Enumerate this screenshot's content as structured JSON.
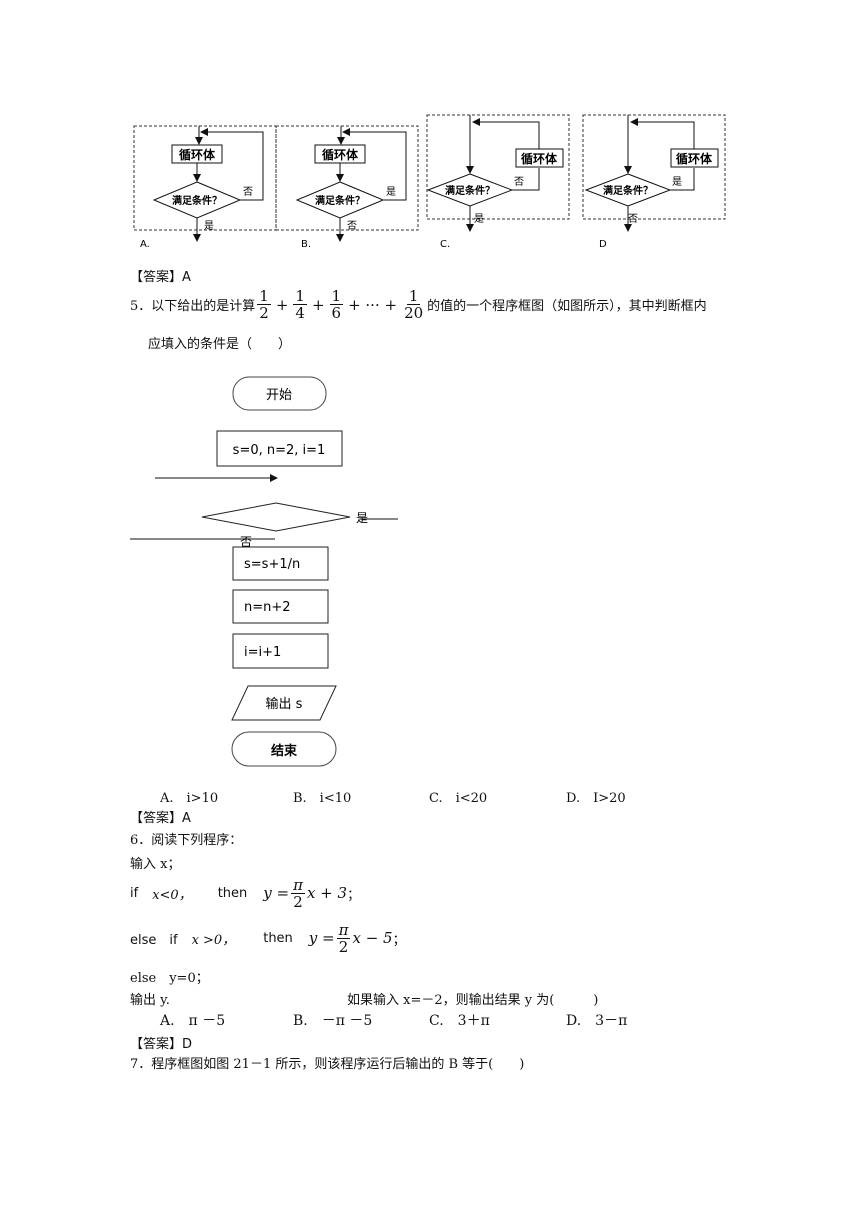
{
  "q4_figures": {
    "loop_body": "循环体",
    "condition": "满足条件？",
    "yes": "是",
    "no": "否",
    "label_a": "A.",
    "label_b": "B.",
    "label_c": "C.",
    "label_d": "D"
  },
  "answer_label": "【答案】",
  "q4_answer": "A",
  "q5": {
    "prefix": "5．以下给出的是计算",
    "fractions": [
      {
        "num": "1",
        "den": "2"
      },
      {
        "num": "1",
        "den": "4"
      },
      {
        "num": "1",
        "den": "6"
      },
      {
        "num": "1",
        "den": "20"
      }
    ],
    "plus": "+",
    "ellipsis": "+ ··· +",
    "suffix": "的值的一个程序框图（如图所示），其中判断框内",
    "line2": "应填入的条件是（　　）",
    "flow": {
      "start": "开始",
      "init": "s=0, n=2, i=1",
      "yes": "是",
      "no": "否",
      "s_update": "s=s+1/n",
      "n_update": "n=n+2",
      "i_update": "i=i+1",
      "output": "输出 s",
      "end": "结束"
    },
    "options": [
      "A.　i>10",
      "B.　i<10",
      "C.　i<20",
      "D.　I>20"
    ],
    "answer": "A"
  },
  "q6": {
    "title": "6．阅读下列程序：",
    "input": "输入 x；",
    "if_kw": "if",
    "if_cond": "x<0，",
    "then_kw": "then",
    "expr1_tail": "x + 3",
    "elif_kw": "else　if",
    "elif_cond": "x >0，",
    "expr2_tail": "x − 5",
    "else_line": "else　y=0；",
    "output": "输出 y.",
    "question": "如果输入 x=－2，则输出结果 y 为(　　　)",
    "options": [
      "A.　π －5",
      "B.　－π －5",
      "C.　3＋π",
      "D.　3－π"
    ],
    "answer": "D",
    "pi": "π",
    "two": "2",
    "y_eq": "y ="
  },
  "q7": {
    "text": "7．程序框图如图 21－1 所示，则该程序运行后输出的 B 等于(　　)"
  }
}
